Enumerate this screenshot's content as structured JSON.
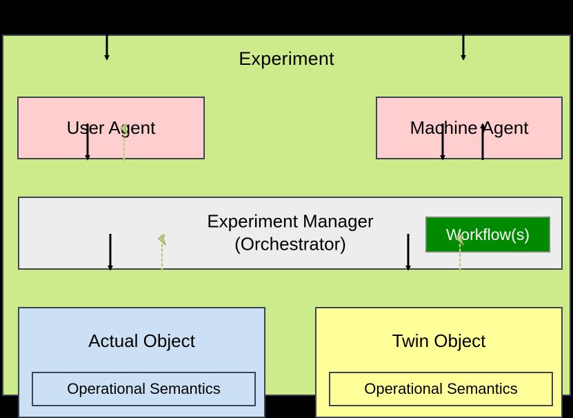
{
  "diagram": {
    "title": "Experiment",
    "background_color": "#000000",
    "container_color": "#cdeb8b",
    "nodes": {
      "user_agent": {
        "label": "User Agent",
        "color": "#ffcfcf"
      },
      "machine_agent": {
        "label": "Machine Agent",
        "color": "#ffcfcf"
      },
      "experiment_manager": {
        "label_line1": "Experiment Manager",
        "label_line2": "(Orchestrator)",
        "color": "#ededed"
      },
      "workflow": {
        "label": "Workflow(s)",
        "color": "#008a00",
        "text_color": "#ffffff"
      },
      "actual_object": {
        "label": "Actual Object",
        "color": "#cce0f5",
        "inner_label": "Operational Semantics"
      },
      "twin_object": {
        "label": "Twin Object",
        "color": "#ffff99",
        "inner_label": "Operational Semantics"
      }
    },
    "edges": {
      "solid_color": "#000000",
      "dotted_color": "#92a85a",
      "list": [
        {
          "name": "external-to-user-agent",
          "style": "solid",
          "direction": "down"
        },
        {
          "name": "external-to-machine-agent",
          "style": "solid",
          "direction": "down"
        },
        {
          "name": "user-agent-to-manager",
          "style": "solid",
          "direction": "down"
        },
        {
          "name": "manager-to-user-agent",
          "style": "dotted",
          "direction": "up"
        },
        {
          "name": "machine-agent-to-manager",
          "style": "solid",
          "direction": "down"
        },
        {
          "name": "manager-to-machine-agent",
          "style": "solid",
          "direction": "up"
        },
        {
          "name": "manager-to-actual-object",
          "style": "solid",
          "direction": "down"
        },
        {
          "name": "actual-object-to-manager",
          "style": "dotted",
          "direction": "up"
        },
        {
          "name": "manager-to-twin-object",
          "style": "solid",
          "direction": "down"
        },
        {
          "name": "twin-object-to-manager",
          "style": "dotted",
          "direction": "up"
        }
      ]
    }
  }
}
